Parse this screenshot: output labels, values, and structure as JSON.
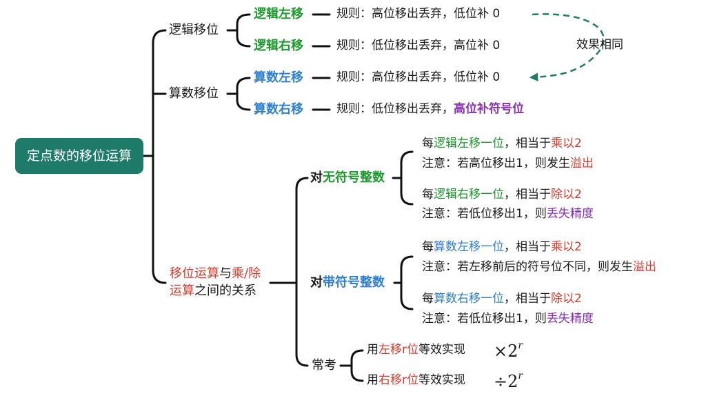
{
  "root": "定点数的移位运算",
  "logical": {
    "label": "逻辑移位",
    "left": {
      "name": "逻辑左移",
      "prefix": "规则：",
      "text": "高位移出丢弃，低位补 0"
    },
    "right": {
      "name": "逻辑右移",
      "prefix": "规则：",
      "text": "低位移出丢弃，高位补 0"
    }
  },
  "arith": {
    "label": "算数移位",
    "left": {
      "name": "算数左移",
      "prefix": "规则：",
      "text": "高位移出丢弃，低位补 0"
    },
    "right": {
      "name": "算数右移",
      "prefix": "规则：",
      "text_plain": "低位移出丢弃，",
      "text_hl": "高位补符号位"
    }
  },
  "same_effect": "效果相同",
  "relation": {
    "line1_red": "移位运算",
    "line1_mid": "与",
    "line1_red2": "乘/除",
    "line2_red": "运算",
    "line2_rest": "之间的关系"
  },
  "unsigned": {
    "label_pre": "对",
    "label_hl": "无符号整数",
    "l1_pre": "每",
    "l1_hl": "逻辑左移一位",
    "l1_mid": "，相当于",
    "l1_red": "乘以2",
    "l2_pre": "注意：若高位移出1，则发生",
    "l2_red": "溢出",
    "l3_pre": "每",
    "l3_hl": "逻辑右移一位",
    "l3_mid": "，相当于",
    "l3_red": "除以2",
    "l4_pre": "注意：若低位移出1，则",
    "l4_purple": "丢失精度"
  },
  "signed": {
    "label_pre": "对",
    "label_hl": "带符号整数",
    "l1_pre": "每",
    "l1_hl": "算数左移一位",
    "l1_mid": "，相当于",
    "l1_red": "乘以2",
    "l2_pre": "注意：若左移前后的符号位不同，则发生",
    "l2_red": "溢出",
    "l3_pre": "每",
    "l3_hl": "算数右移一位",
    "l3_mid": "，相当于",
    "l3_red": "除以2",
    "l4_pre": "注意：若低位移出1，则",
    "l4_purple": "丢失精度"
  },
  "common": {
    "label": "常考",
    "r1_pre": "用",
    "r1_red": "左移r位",
    "r1_post": "等效实现",
    "r1_op": "×2",
    "r1_exp": "r",
    "r2_pre": "用",
    "r2_red": "右移r位",
    "r2_post": "等效实现",
    "r2_op": "÷2",
    "r2_exp": "r"
  },
  "colors": {
    "root_bg": "#1e7b69",
    "green": "#1e9a2c",
    "blue": "#2f7fd0",
    "purple": "#8a2fb2",
    "red": "#d93a2b",
    "arrow": "#1f7a66"
  }
}
